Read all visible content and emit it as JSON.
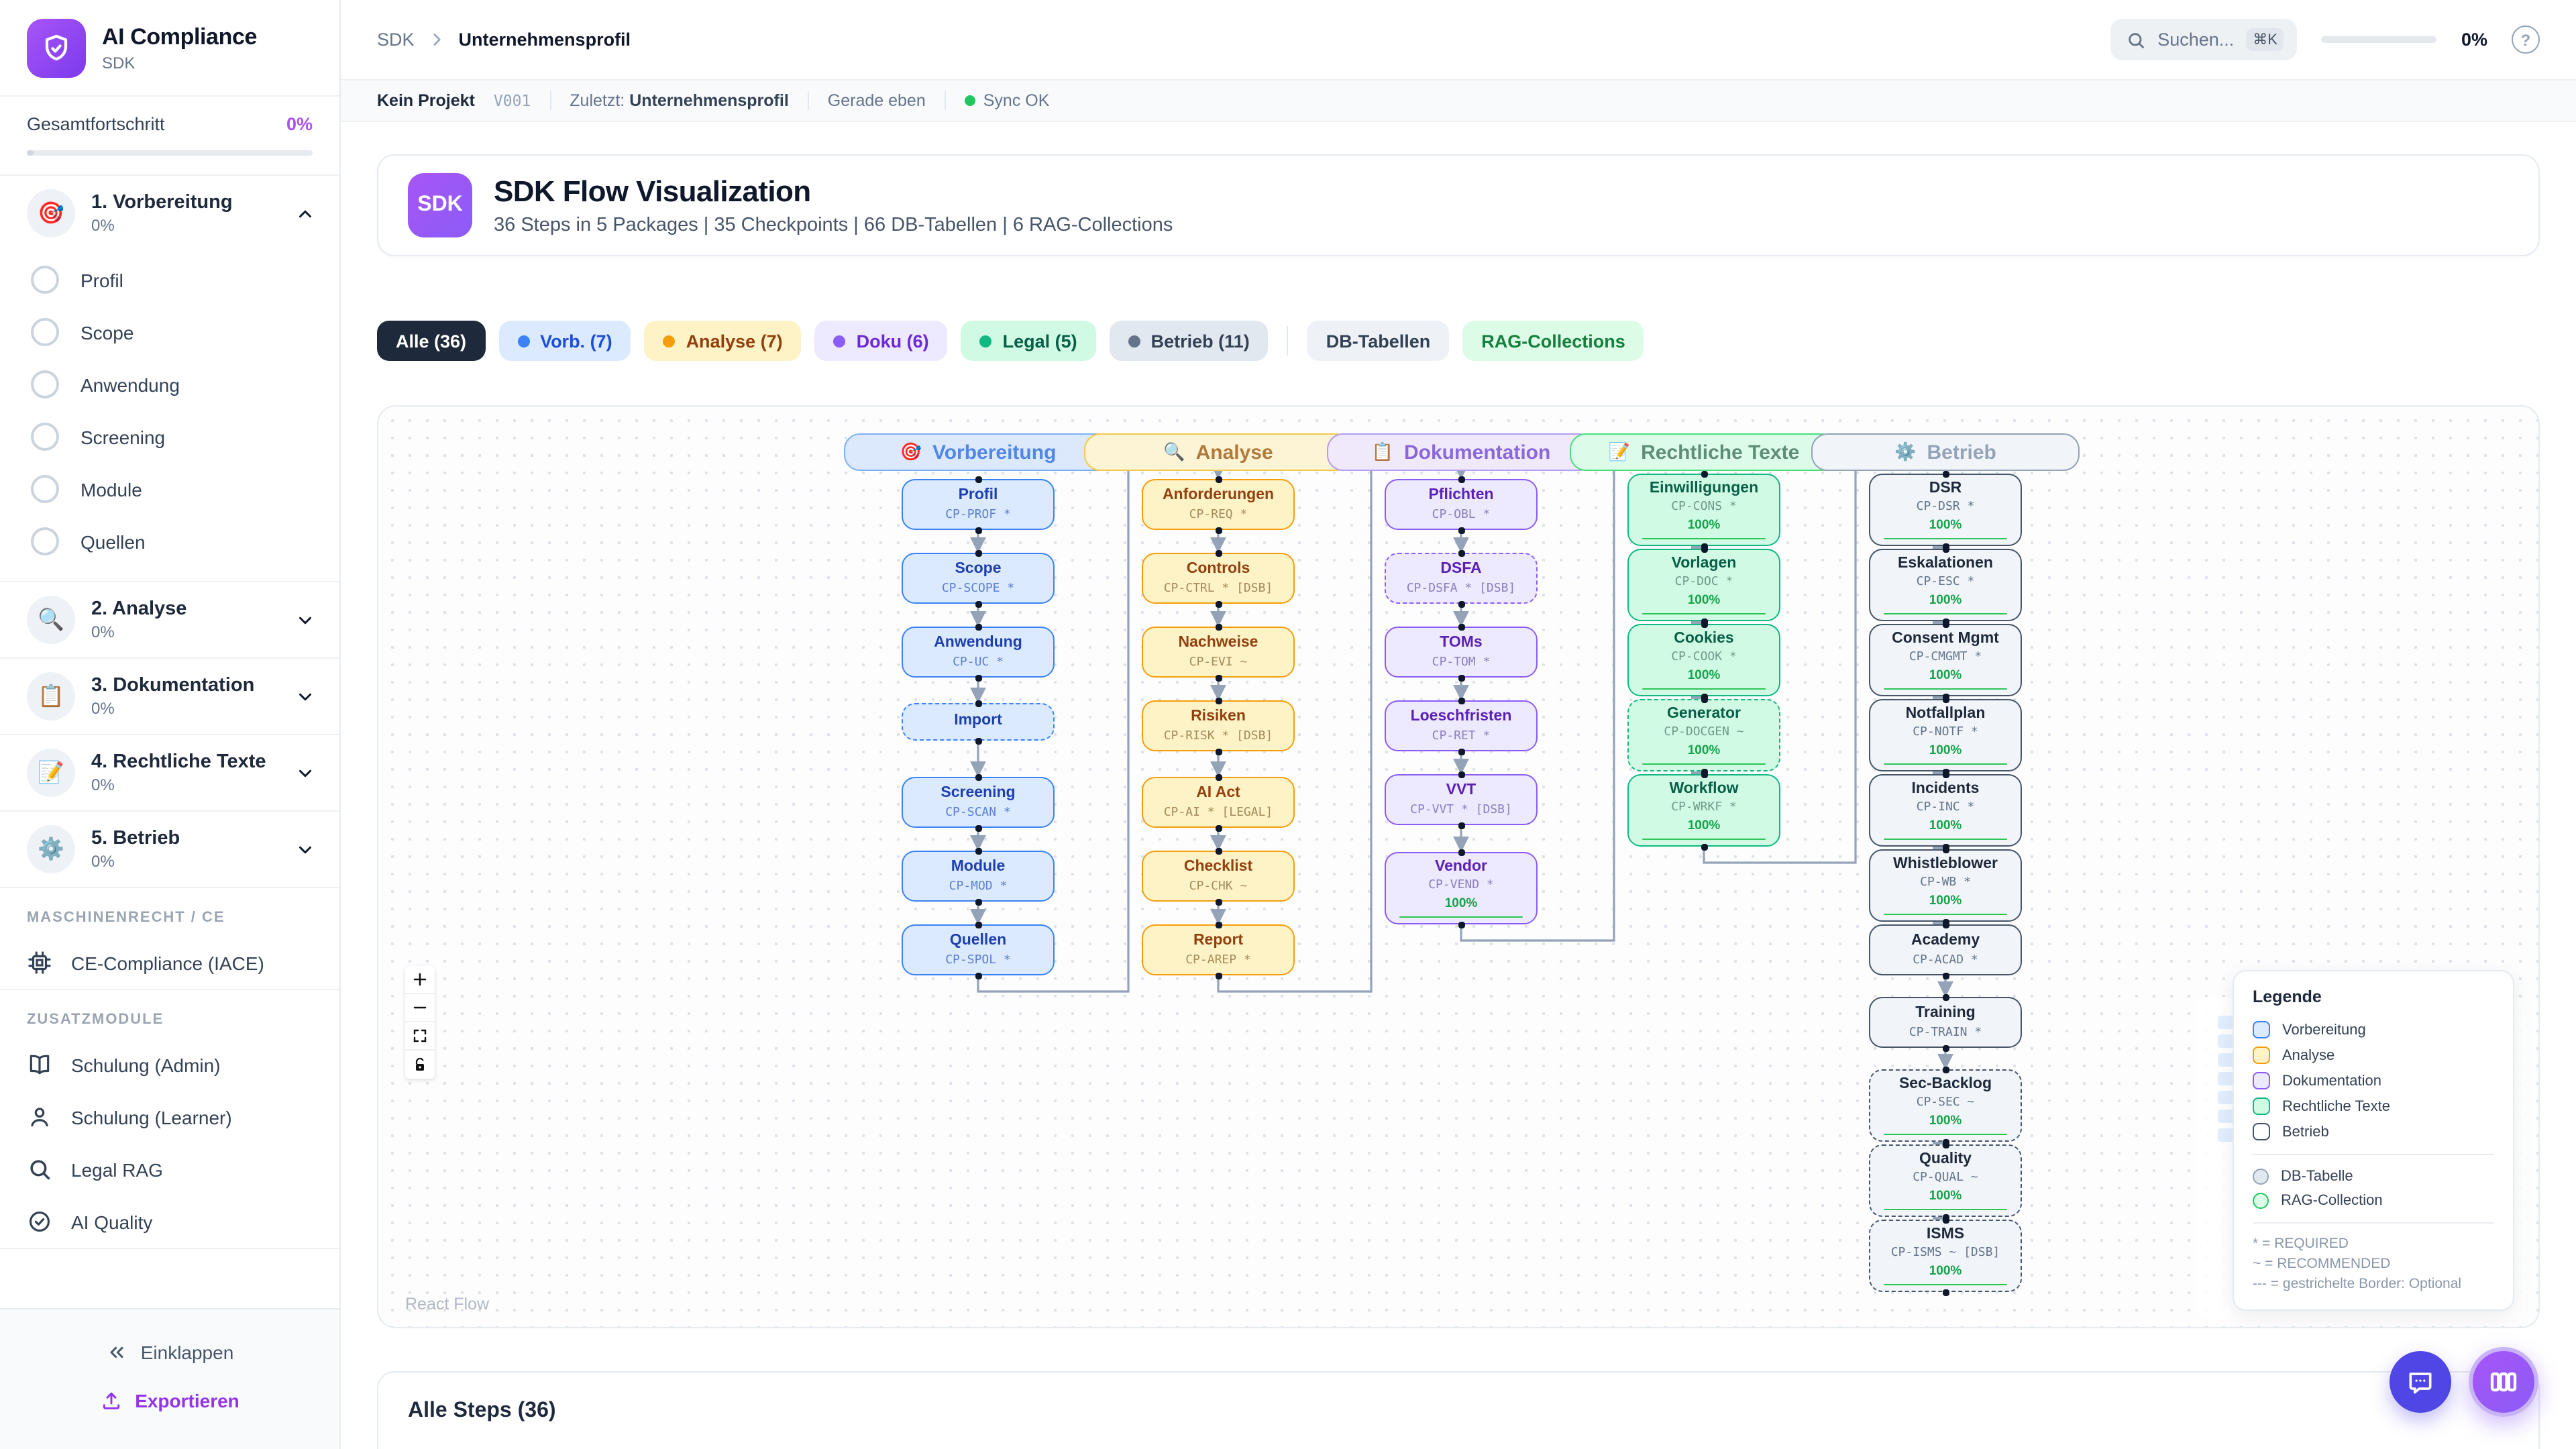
{
  "theme": {
    "accent": "#7c3aed",
    "accent_light": "#a855f7",
    "green": "#22c55e",
    "indigo": "#4f46e5",
    "edge": "#94a3b8"
  },
  "app": {
    "name": "AI Compliance",
    "subtitle": "SDK",
    "logo_icon": "shield-check-icon"
  },
  "sidebar": {
    "overall_label": "Gesamtfortschritt",
    "overall_value": "0%",
    "sections": [
      {
        "icon": "🎯",
        "label": "1. Vorbereitung",
        "progress": "0%",
        "expanded": true,
        "items": [
          "Profil",
          "Scope",
          "Anwendung",
          "Screening",
          "Module",
          "Quellen"
        ]
      },
      {
        "icon": "🔍",
        "label": "2. Analyse",
        "progress": "0%",
        "expanded": false,
        "items": []
      },
      {
        "icon": "📋",
        "label": "3. Dokumentation",
        "progress": "0%",
        "expanded": false,
        "items": []
      },
      {
        "icon": "📝",
        "label": "4. Rechtliche Texte",
        "progress": "0%",
        "expanded": false,
        "items": []
      },
      {
        "icon": "⚙️",
        "label": "5. Betrieb",
        "progress": "0%",
        "expanded": false,
        "items": []
      }
    ],
    "groups": [
      {
        "title": "MASCHINENRECHT / CE",
        "items": [
          {
            "icon": "cpu-icon",
            "label": "CE-Compliance (IACE)"
          }
        ]
      },
      {
        "title": "ZUSATZMODULE",
        "items": [
          {
            "icon": "book-icon",
            "label": "Schulung (Admin)"
          },
          {
            "icon": "user-icon",
            "label": "Schulung (Learner)"
          },
          {
            "icon": "search-icon",
            "label": "Legal RAG"
          },
          {
            "icon": "check-circle-icon",
            "label": "AI Quality"
          }
        ]
      }
    ],
    "collapse_label": "Einklappen",
    "export_label": "Exportieren"
  },
  "header": {
    "breadcrumb_root": "SDK",
    "breadcrumb_page": "Unternehmensprofil",
    "search_placeholder": "Suchen...",
    "search_kbd": "⌘K",
    "progress_value": "0%"
  },
  "statusbar": {
    "project": "Kein Projekt",
    "version": "V001",
    "last_label": "Zuletzt:",
    "last_value": "Unternehmensprofil",
    "time": "Gerade eben",
    "sync": "Sync OK"
  },
  "hero": {
    "badge": "SDK",
    "title": "SDK Flow Visualization",
    "subtitle": "36 Steps in 5 Packages | 35 Checkpoints | 66 DB-Tabellen | 6 RAG-Collections"
  },
  "filters": [
    {
      "label": "Alle (36)",
      "variant": "dark",
      "dot": ""
    },
    {
      "label": "Vorb. (7)",
      "variant": "blue",
      "dot": "#3b82f6"
    },
    {
      "label": "Analyse (7)",
      "variant": "amber",
      "dot": "#f59e0b"
    },
    {
      "label": "Doku (6)",
      "variant": "violet",
      "dot": "#8b5cf6"
    },
    {
      "label": "Legal (5)",
      "variant": "green",
      "dot": "#10b981"
    },
    {
      "label": "Betrieb (11)",
      "variant": "slate",
      "dot": "#64748b"
    },
    {
      "label": "DB-Tabellen",
      "variant": "slate2",
      "dot": "",
      "separated": true
    },
    {
      "label": "RAG-Collections",
      "variant": "green2",
      "dot": ""
    }
  ],
  "flow": {
    "columns": [
      {
        "id": "vorbereitung",
        "icon": "🎯",
        "label": "Vorbereitung",
        "colors": {
          "bg": "#dce9fc",
          "border": "#7fb0f5",
          "text": "#4f86e8",
          "nodeBg": "#dbeafe",
          "nodeBorder": "#3b82f6",
          "nodeTitle": "#1e40af",
          "nodeCode": "#5b7fd4"
        },
        "nodes": [
          {
            "label": "Profil",
            "code": "CP-PROF *"
          },
          {
            "label": "Scope",
            "code": "CP-SCOPE *"
          },
          {
            "label": "Anwendung",
            "code": "CP-UC *"
          },
          {
            "label": "Import",
            "code": "",
            "dashed": true
          },
          {
            "label": "Screening",
            "code": "CP-SCAN *"
          },
          {
            "label": "Module",
            "code": "CP-MOD *"
          },
          {
            "label": "Quellen",
            "code": "CP-SPOL *"
          }
        ]
      },
      {
        "id": "analyse",
        "icon": "🔍",
        "label": "Analyse",
        "colors": {
          "bg": "#fdf3d5",
          "border": "#f2c94c",
          "text": "#b07a3c",
          "nodeBg": "#fef3c7",
          "nodeBorder": "#f59e0b",
          "nodeTitle": "#92400e",
          "nodeCode": "#a58b5a"
        },
        "nodes": [
          {
            "label": "Anforderungen",
            "code": "CP-REQ *"
          },
          {
            "label": "Controls",
            "code": "CP-CTRL * [DSB]"
          },
          {
            "label": "Nachweise",
            "code": "CP-EVI ~"
          },
          {
            "label": "Risiken",
            "code": "CP-RISK * [DSB]"
          },
          {
            "label": "AI Act",
            "code": "CP-AI * [LEGAL]"
          },
          {
            "label": "Checklist",
            "code": "CP-CHK ~"
          },
          {
            "label": "Report",
            "code": "CP-AREP *"
          }
        ]
      },
      {
        "id": "dokumentation",
        "icon": "📋",
        "label": "Dokumentation",
        "colors": {
          "bg": "#efe9fb",
          "border": "#b49df2",
          "text": "#8b68d9",
          "nodeBg": "#ede9fe",
          "nodeBorder": "#8b5cf6",
          "nodeTitle": "#5b21b6",
          "nodeCode": "#8d7fc0"
        },
        "nodes": [
          {
            "label": "Pflichten",
            "code": "CP-OBL *"
          },
          {
            "label": "DSFA",
            "code": "CP-DSFA * [DSB]",
            "dashed": true
          },
          {
            "label": "TOMs",
            "code": "CP-TOM *"
          },
          {
            "label": "Loeschfristen",
            "code": "CP-RET *"
          },
          {
            "label": "VVT",
            "code": "CP-VVT * [DSB]"
          },
          {
            "label": "Vendor",
            "code": "CP-VEND *",
            "progress": "100%"
          }
        ]
      },
      {
        "id": "rechtliche-texte",
        "icon": "📝",
        "label": "Rechtliche Texte",
        "colors": {
          "bg": "#dcfce9",
          "border": "#4ade80",
          "text": "#5f8d76",
          "nodeBg": "#d1fae5",
          "nodeBorder": "#10b981",
          "nodeTitle": "#065f46",
          "nodeCode": "#6d9b88"
        },
        "nodes": [
          {
            "label": "Einwilligungen",
            "code": "CP-CONS *",
            "progress": "100%"
          },
          {
            "label": "Vorlagen",
            "code": "CP-DOC *",
            "progress": "100%"
          },
          {
            "label": "Cookies",
            "code": "CP-COOK *",
            "progress": "100%"
          },
          {
            "label": "Generator",
            "code": "CP-DOCGEN ~",
            "progress": "100%",
            "dashed": true
          },
          {
            "label": "Workflow",
            "code": "CP-WRKF *",
            "progress": "100%"
          }
        ]
      },
      {
        "id": "betrieb",
        "icon": "⚙️",
        "label": "Betrieb",
        "colors": {
          "bg": "#f1f5f9",
          "border": "#94a3b8",
          "text": "#94a3b8",
          "nodeBg": "#f1f5f9",
          "nodeBorder": "#475569",
          "nodeTitle": "#1e293b",
          "nodeCode": "#64748b"
        },
        "nodes": [
          {
            "label": "DSR",
            "code": "CP-DSR *",
            "progress": "100%"
          },
          {
            "label": "Eskalationen",
            "code": "CP-ESC *",
            "progress": "100%"
          },
          {
            "label": "Consent Mgmt",
            "code": "CP-CMGMT *",
            "progress": "100%"
          },
          {
            "label": "Notfallplan",
            "code": "CP-NOTF *",
            "progress": "100%"
          },
          {
            "label": "Incidents",
            "code": "CP-INC *",
            "progress": "100%"
          },
          {
            "label": "Whistleblower",
            "code": "CP-WB *",
            "progress": "100%"
          },
          {
            "label": "Academy",
            "code": "CP-ACAD *"
          },
          {
            "label": "Training",
            "code": "CP-TRAIN *"
          },
          {
            "label": "Sec-Backlog",
            "code": "CP-SEC ~",
            "progress": "100%",
            "dashed": true
          },
          {
            "label": "Quality",
            "code": "CP-QUAL ~",
            "progress": "100%",
            "dashed": true
          },
          {
            "label": "ISMS",
            "code": "CP-ISMS ~ [DSB]",
            "progress": "100%",
            "dashed": true
          }
        ]
      }
    ]
  },
  "legend": {
    "title": "Legende",
    "package_items": [
      {
        "label": "Vorbereitung",
        "bg": "#dbeafe",
        "border": "#3b82f6"
      },
      {
        "label": "Analyse",
        "bg": "#fef3c7",
        "border": "#f59e0b"
      },
      {
        "label": "Dokumentation",
        "bg": "#ede9fe",
        "border": "#8b5cf6"
      },
      {
        "label": "Rechtliche Texte",
        "bg": "#d1fae5",
        "border": "#10b981"
      },
      {
        "label": "Betrieb",
        "bg": "#ffffff",
        "border": "#475569"
      }
    ],
    "shape_items": [
      {
        "label": "DB-Tabelle",
        "bg": "#e2e8f0",
        "border": "#94a3b8"
      },
      {
        "label": "RAG-Collection",
        "bg": "#dcfce7",
        "border": "#22c55e"
      }
    ],
    "notes": [
      "* = REQUIRED",
      "~ = RECOMMENDED",
      "--- = gestrichelte Border: Optional"
    ]
  },
  "flow_controls": {
    "zoom_in": "+",
    "zoom_out": "−",
    "attribution": "React Flow"
  },
  "steps_panel": {
    "title": "Alle Steps (36)"
  }
}
